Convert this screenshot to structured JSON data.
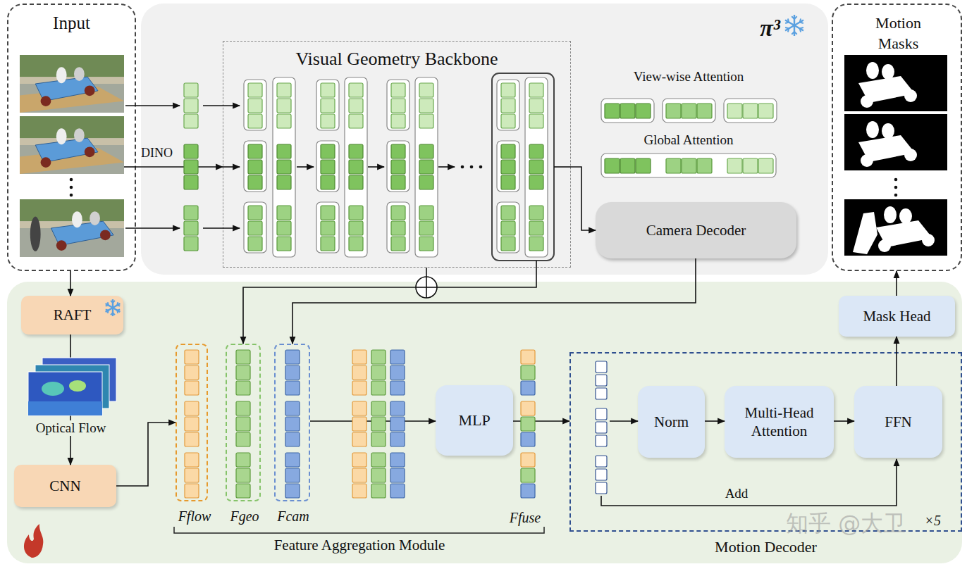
{
  "diagram": {
    "nodes": [
      {
        "text": [
          "Input"
        ]
      },
      {
        "text": [
          "π³"
        ]
      },
      {
        "text": [
          "Visual Geometry Backbone"
        ],
        "in": 1
      },
      {
        "text": [
          "Camera Decoder"
        ],
        "in": 1
      },
      {
        "text": [
          "Motion Masks"
        ]
      },
      {
        "text": [
          "RAFT"
        ]
      },
      {
        "text": [
          "CNN"
        ]
      },
      {
        "text": [
          "Fflow"
        ]
      },
      {
        "text": [
          "Fgeo"
        ]
      },
      {
        "text": [
          "Fcam"
        ]
      },
      {
        "text": [
          "MLP"
        ]
      },
      {
        "text": [
          "Motion Decoder",
          "×5"
        ]
      },
      {
        "text": [
          "Norm"
        ],
        "in": 11
      },
      {
        "text": [
          "Multi-Head Attention"
        ],
        "in": 11
      },
      {
        "text": [
          "FFN"
        ],
        "in": 11
      },
      {
        "text": [
          "Mask Head"
        ]
      }
    ],
    "edges": [
      {
        "from": 0,
        "to": 2,
        "arrow": "to",
        "label": "DINO"
      },
      {
        "from": 2,
        "to": 3,
        "arrow": "to"
      },
      {
        "from": 2,
        "to": 8,
        "arrow": "to"
      },
      {
        "from": 3,
        "to": 9,
        "arrow": "to"
      },
      {
        "from": 0,
        "to": 5,
        "arrow": "to"
      },
      {
        "from": 5,
        "to": 6,
        "arrow": "to"
      },
      {
        "from": 6,
        "to": 7,
        "arrow": "to"
      },
      {
        "from": 9,
        "to": 10,
        "arrow": "to"
      },
      {
        "from": 10,
        "to": 11,
        "arrow": "to"
      },
      {
        "from": 12,
        "to": 13,
        "arrow": "to"
      },
      {
        "from": 13,
        "to": 14,
        "arrow": "to"
      },
      {
        "from": 14,
        "to": 15,
        "arrow": "to"
      },
      {
        "from": 15,
        "to": 4,
        "arrow": "to"
      }
    ],
    "labels": [
      "View-wise Attention",
      "Global Attention",
      "Optical Flow",
      "Ffuse",
      "Feature Aggregation Module",
      "Add",
      "知乎 @大卫"
    ]
  }
}
